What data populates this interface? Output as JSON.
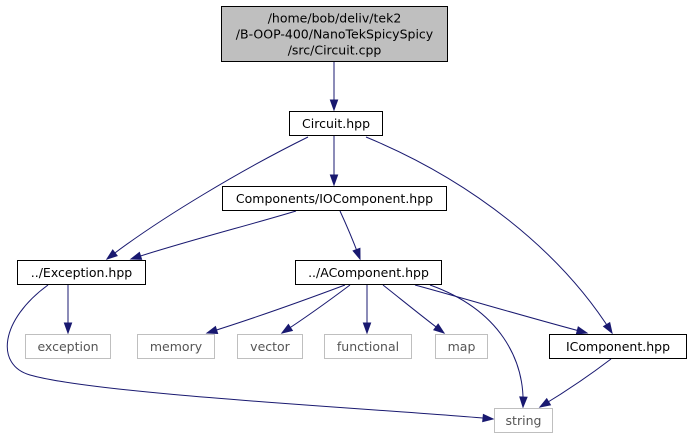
{
  "diagram": {
    "type": "include-dependency-graph",
    "colors": {
      "edge": "#191970",
      "root_fill": "#bfbfbf",
      "root_border": "#000000",
      "node_fill": "#ffffff",
      "node_border": "#000000",
      "system_border": "#bfbfbf",
      "system_text": "#555555"
    },
    "nodes": [
      {
        "id": "circuit_cpp",
        "kind": "root",
        "lines": [
          "/home/bob/deliv/tek2",
          "/B-OOP-400/NanoTekSpicySpicy",
          "/src/Circuit.cpp"
        ]
      },
      {
        "id": "circuit_hpp",
        "kind": "file",
        "lines": [
          "Circuit.hpp"
        ]
      },
      {
        "id": "iocomponent_hpp",
        "kind": "file",
        "lines": [
          "Components/IOComponent.hpp"
        ]
      },
      {
        "id": "exception_hpp",
        "kind": "file",
        "lines": [
          "../Exception.hpp"
        ]
      },
      {
        "id": "acomponent_hpp",
        "kind": "file",
        "lines": [
          "../AComponent.hpp"
        ]
      },
      {
        "id": "exception_sys",
        "kind": "system",
        "lines": [
          "exception"
        ]
      },
      {
        "id": "memory_sys",
        "kind": "system",
        "lines": [
          "memory"
        ]
      },
      {
        "id": "vector_sys",
        "kind": "system",
        "lines": [
          "vector"
        ]
      },
      {
        "id": "functional_sys",
        "kind": "system",
        "lines": [
          "functional"
        ]
      },
      {
        "id": "map_sys",
        "kind": "system",
        "lines": [
          "map"
        ]
      },
      {
        "id": "icomponent_hpp",
        "kind": "file",
        "lines": [
          "IComponent.hpp"
        ]
      },
      {
        "id": "string_sys",
        "kind": "system",
        "lines": [
          "string"
        ]
      }
    ],
    "edges": [
      {
        "from": "circuit_cpp",
        "to": "circuit_hpp"
      },
      {
        "from": "circuit_hpp",
        "to": "iocomponent_hpp"
      },
      {
        "from": "circuit_hpp",
        "to": "exception_hpp"
      },
      {
        "from": "circuit_hpp",
        "to": "icomponent_hpp"
      },
      {
        "from": "iocomponent_hpp",
        "to": "exception_hpp"
      },
      {
        "from": "iocomponent_hpp",
        "to": "acomponent_hpp"
      },
      {
        "from": "exception_hpp",
        "to": "exception_sys"
      },
      {
        "from": "exception_hpp",
        "to": "string_sys"
      },
      {
        "from": "acomponent_hpp",
        "to": "memory_sys"
      },
      {
        "from": "acomponent_hpp",
        "to": "vector_sys"
      },
      {
        "from": "acomponent_hpp",
        "to": "functional_sys"
      },
      {
        "from": "acomponent_hpp",
        "to": "map_sys"
      },
      {
        "from": "acomponent_hpp",
        "to": "icomponent_hpp"
      },
      {
        "from": "acomponent_hpp",
        "to": "string_sys"
      },
      {
        "from": "icomponent_hpp",
        "to": "string_sys"
      }
    ]
  }
}
